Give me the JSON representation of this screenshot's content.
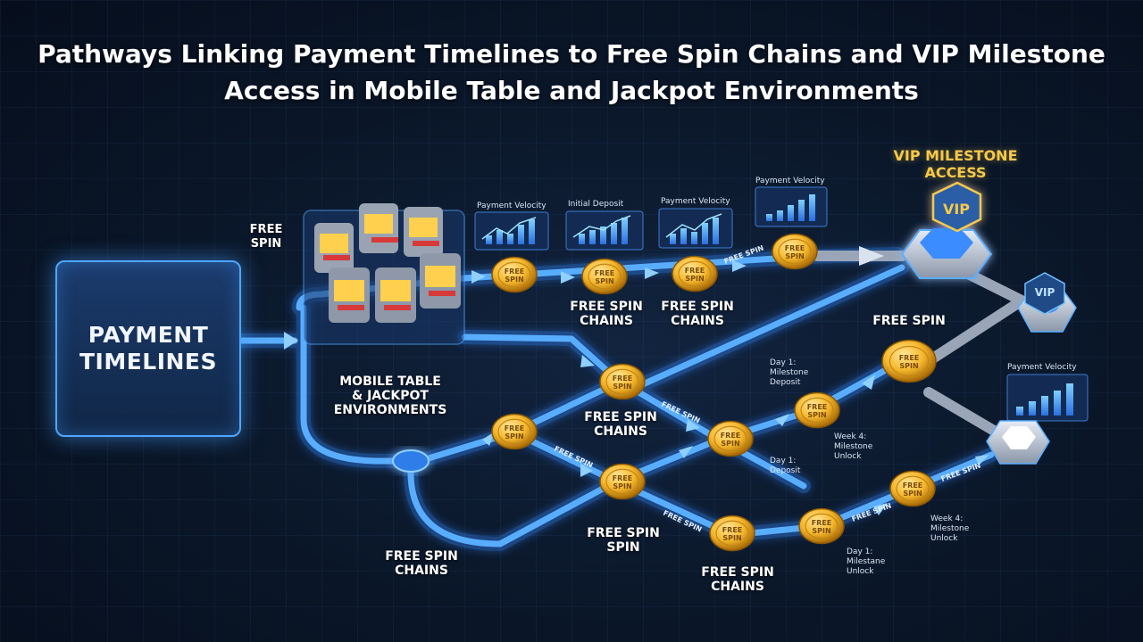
{
  "title": "Pathways Linking Payment Timelines to Free Spin Chains and VIP\nMilestone Access in Mobile Table and Jackpot Environments",
  "payment_box": "PAYMENT\nTIMELINES",
  "labels": {
    "free_spin_top": "FREE\nSPIN",
    "mobile_env": "MOBILE TABLE\n& JACKPOT\nENVIRONMENTS",
    "chains_1": "FREE SPIN\nCHAINS",
    "chains_2": "FREE SPIN\nCHAINS",
    "chains_3": "FREE SPIN\nCHAINS",
    "free_spin_mid": "FREE SPIN",
    "free_spin_spin": "FREE SPIN\nSPIN",
    "chains_bottom_left": "FREE SPIN\nCHAINS",
    "chains_bottom": "FREE SPIN\nCHAINS",
    "vip_milestone": "VIP MILESTONE\nACCESS"
  },
  "chart_titles": {
    "c1": "Payment Velocity",
    "c2": "Initial Deposit",
    "c3": "Payment Velocity",
    "c4": "Payment Velocity",
    "c5": "Payment Velocity"
  },
  "annotations": {
    "a1": "Day 1:\nMilestone\nDeposit",
    "a2": "Week 4:\nMilestone\nUnlock",
    "a3": "Day 1:\nDeposit",
    "a4": "Week 4:\nMilestone\nUnlock",
    "a5": "Day 1:\nMilestane\nUnlock"
  },
  "coin_label": "FREE SPIN",
  "arrow_label": "FREE SPIN",
  "vip_badge": "VIP",
  "colors": {
    "background": "#0a1628",
    "path": "#3a8cff",
    "path_glow": "#6fc0ff",
    "coin": "#f5b82e",
    "vip_gold": "#f7c948"
  }
}
